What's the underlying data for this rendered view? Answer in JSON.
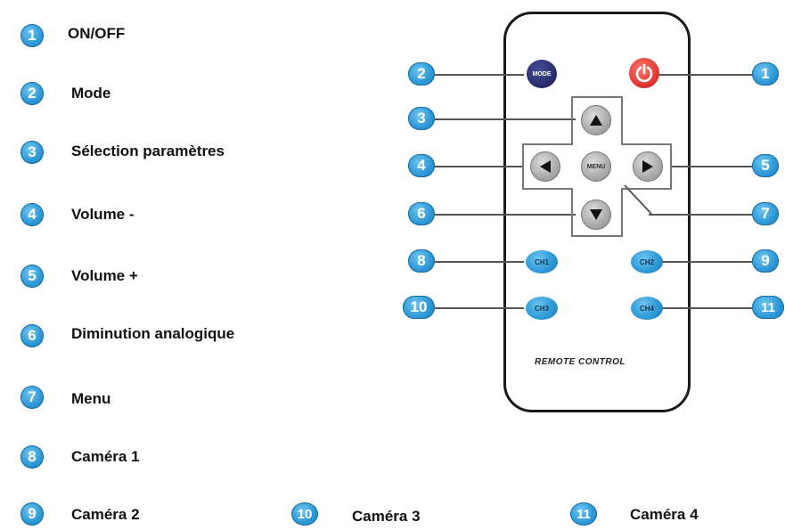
{
  "legend": [
    {
      "num": "1",
      "label": "ON/OFF"
    },
    {
      "num": "2",
      "label": "Mode"
    },
    {
      "num": "3",
      "label": "Sélection paramètres"
    },
    {
      "num": "4",
      "label": "Volume -"
    },
    {
      "num": "5",
      "label": "Volume +"
    },
    {
      "num": "6",
      "label": "Diminution analogique"
    },
    {
      "num": "7",
      "label": "Menu"
    },
    {
      "num": "8",
      "label": "Caméra 1"
    },
    {
      "num": "9",
      "label": "Caméra 2"
    },
    {
      "num": "10",
      "label": "Caméra 3"
    },
    {
      "num": "11",
      "label": "Caméra 4"
    }
  ],
  "remote": {
    "mode_label": "MODE",
    "menu_label": "MENU",
    "ch1_label": "CH1",
    "ch2_label": "CH2",
    "ch3_label": "CH3",
    "ch4_label": "CH4",
    "footer_label": "REMOTE CONTROL"
  },
  "colors": {
    "badge": "#2f9ad8",
    "power": "#e53935",
    "mode": "#2a2f6e"
  }
}
